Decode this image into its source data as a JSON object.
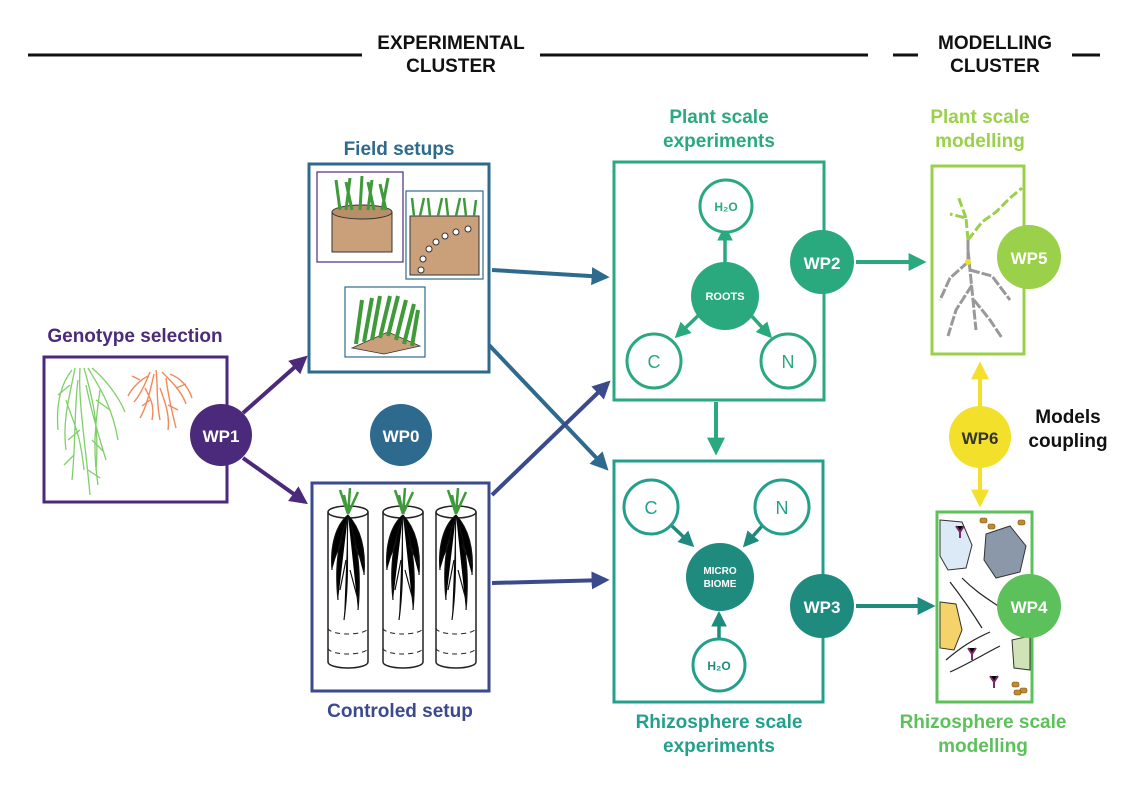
{
  "headers": {
    "experimental": [
      "EXPERIMENTAL",
      "CLUSTER"
    ],
    "modelling": [
      "MODELLING",
      "CLUSTER"
    ]
  },
  "sections": {
    "genotype": "Genotype selection",
    "field": "Field setups",
    "controlled": "Controled setup",
    "plant_exp": [
      "Plant scale",
      "experiments"
    ],
    "rhizo_exp": [
      "Rhizosphere scale",
      "experiments"
    ],
    "plant_model": [
      "Plant scale",
      "modelling"
    ],
    "rhizo_model": [
      "Rhizosphere scale",
      "modelling"
    ],
    "coupling": [
      "Models",
      "coupling"
    ]
  },
  "work_packages": {
    "wp0": "WP0",
    "wp1": "WP1",
    "wp2": "WP2",
    "wp3": "WP3",
    "wp4": "WP4",
    "wp5": "WP5",
    "wp6": "WP6"
  },
  "nodes": {
    "roots": "ROOTS",
    "h2o_top": "H₂O",
    "c_top": "C",
    "n_top": "N",
    "microbiome": [
      "MICRO",
      "BIOME"
    ],
    "c_bottom": "C",
    "n_bottom": "N",
    "h2o_bottom": "H₂O"
  },
  "colors": {
    "genotype": "#4b2a7b",
    "field": "#2e6a8e",
    "controlled": "#3a4a8c",
    "wp0": "#2e6a8e",
    "plant_exp": "#2aa87e",
    "rhizo_exp": "#22a08c",
    "wp3": "#1f8a7e",
    "plant_model": "#9ad04a",
    "rhizo_model": "#5cc15a",
    "coupling": "#f2e02a"
  }
}
